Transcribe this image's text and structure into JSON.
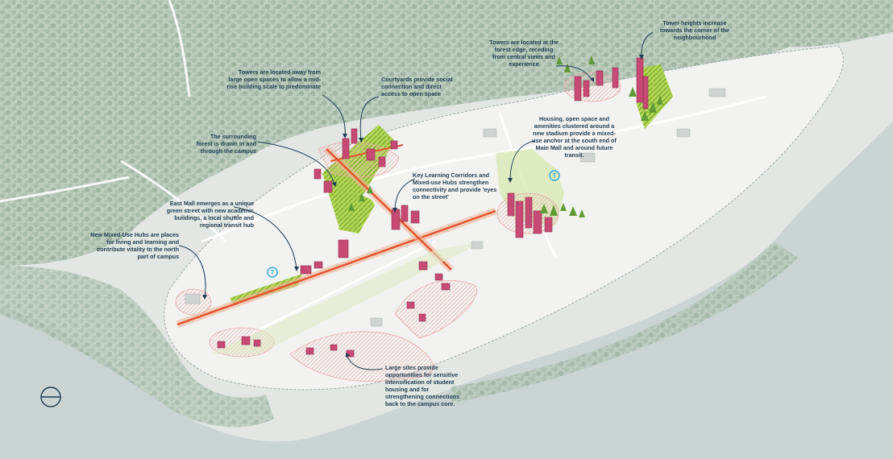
{
  "colors": {
    "water": "#c9d4d3",
    "land": "#e4e8e6",
    "campus": "#f1f2f0",
    "forest": "#a9bfad",
    "building": "#c64a74",
    "green_open_space": "#9cc93c",
    "corridor": "#e0552b",
    "hub_fill": "#f2c7c5",
    "annotation_text": "#1f3b52",
    "transit_icon": "#3aa7d6"
  },
  "icons": [
    "compass-icon",
    "transit-hub-icon"
  ],
  "annotations": {
    "towers_away": "Towers are located away from large open spaces to allow a mid-rise building scale to predominate",
    "courtyards": "Courtyards provide social connection and direct access to open space",
    "towers_forest_edge": "Towers are located at the forest edge, receding from central views and experience",
    "tower_heights": "Tower heights increase towards the corner of the neighbourhood",
    "forest_drawn_in": "The surrounding forest is drawn in and through the campus",
    "housing_stadium": "Housing, open space and amenities clustered around a new stadium provide a mixed-use anchor at the south end of Main Mall and around future transit.",
    "learning_corridors": "Key Learning Corridors and Mixed-use Hubs strengthen connectivity and provide 'eyes on the street'",
    "east_mall": "East Mall emerges as a unique green street with new academic buildings, a local shuttle and regional transit hub",
    "mixed_use_hubs": "New Mixed-Use Hubs are places for living and learning and contribute vitality to the north part of campus",
    "large_sites": "Large sites provide opportunities for sensitive intensification of student housing and for strengthening connections back to the campus core."
  }
}
